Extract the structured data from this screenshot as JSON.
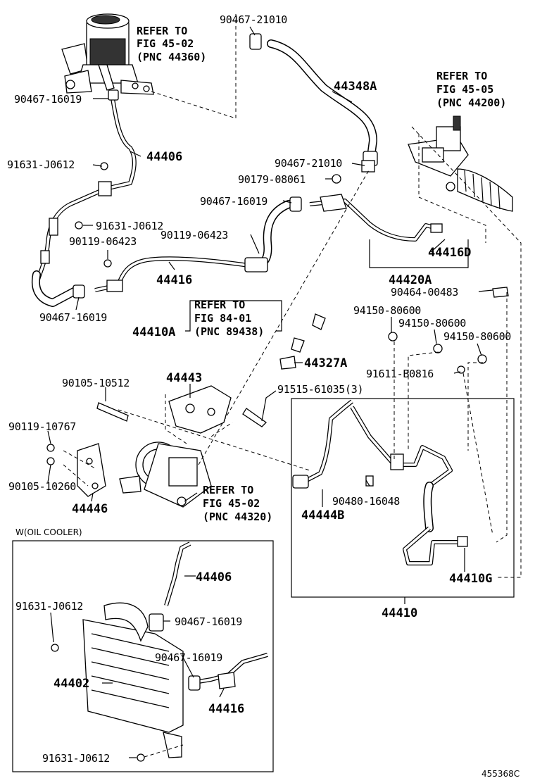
{
  "refs": {
    "fig4502_top": [
      "REFER TO",
      "FIG 45-02",
      "(PNC 44360)"
    ],
    "fig4505": [
      "REFER TO",
      "FIG 45-05",
      "(PNC 44200)"
    ],
    "fig8401": [
      "REFER TO",
      "FIG 84-01",
      "(PNC 89438)"
    ],
    "fig4502_pump": [
      "REFER TO",
      "FIG 45-02",
      "(PNC 44320)"
    ]
  },
  "labels": {
    "l_90467_21010_top": "90467-21010",
    "l_44348A": "44348A",
    "l_90467_16019_a": "90467-16019",
    "l_44406": "44406",
    "l_91631_J0612_a": "91631-J0612",
    "l_90467_21010_mid": "90467-21010",
    "l_90179_08061": "90179-08061",
    "l_90467_16019_b": "90467-16019",
    "l_91631_J0612_b": "91631-J0612",
    "l_90119_06423_a": "90119-06423",
    "l_90119_06423_b": "90119-06423",
    "l_44416D": "44416D",
    "l_44416": "44416",
    "l_44420A": "44420A",
    "l_90464_00483": "90464-00483",
    "l_90467_16019_c": "90467-16019",
    "l_94150_80600_a": "94150-80600",
    "l_94150_80600_b": "94150-80600",
    "l_94150_80600_c": "94150-80600",
    "l_44410A": "44410A",
    "l_44327A": "44327A",
    "l_91611_B0816": "91611-B0816",
    "l_90105_10512": "90105-10512",
    "l_44443": "44443",
    "l_91515_61035": "91515-61035(3)",
    "l_90119_10767": "90119-10767",
    "l_90105_10260": "90105-10260",
    "l_44446": "44446",
    "l_90480_16048": "90480-16048",
    "l_44444B": "44444B",
    "l_44410G": "44410G",
    "l_44410": "44410",
    "inset_title": "W(OIL COOLER)",
    "l_in_44406": "44406",
    "l_in_91631_J0612_a": "91631-J0612",
    "l_in_90467_16019_a": "90467-16019",
    "l_in_90467_16019_b": "90467-16019",
    "l_in_44402": "44402",
    "l_in_44416": "44416",
    "l_in_91631_J0612_b": "91631-J0612",
    "diagram_id": "455368C"
  }
}
